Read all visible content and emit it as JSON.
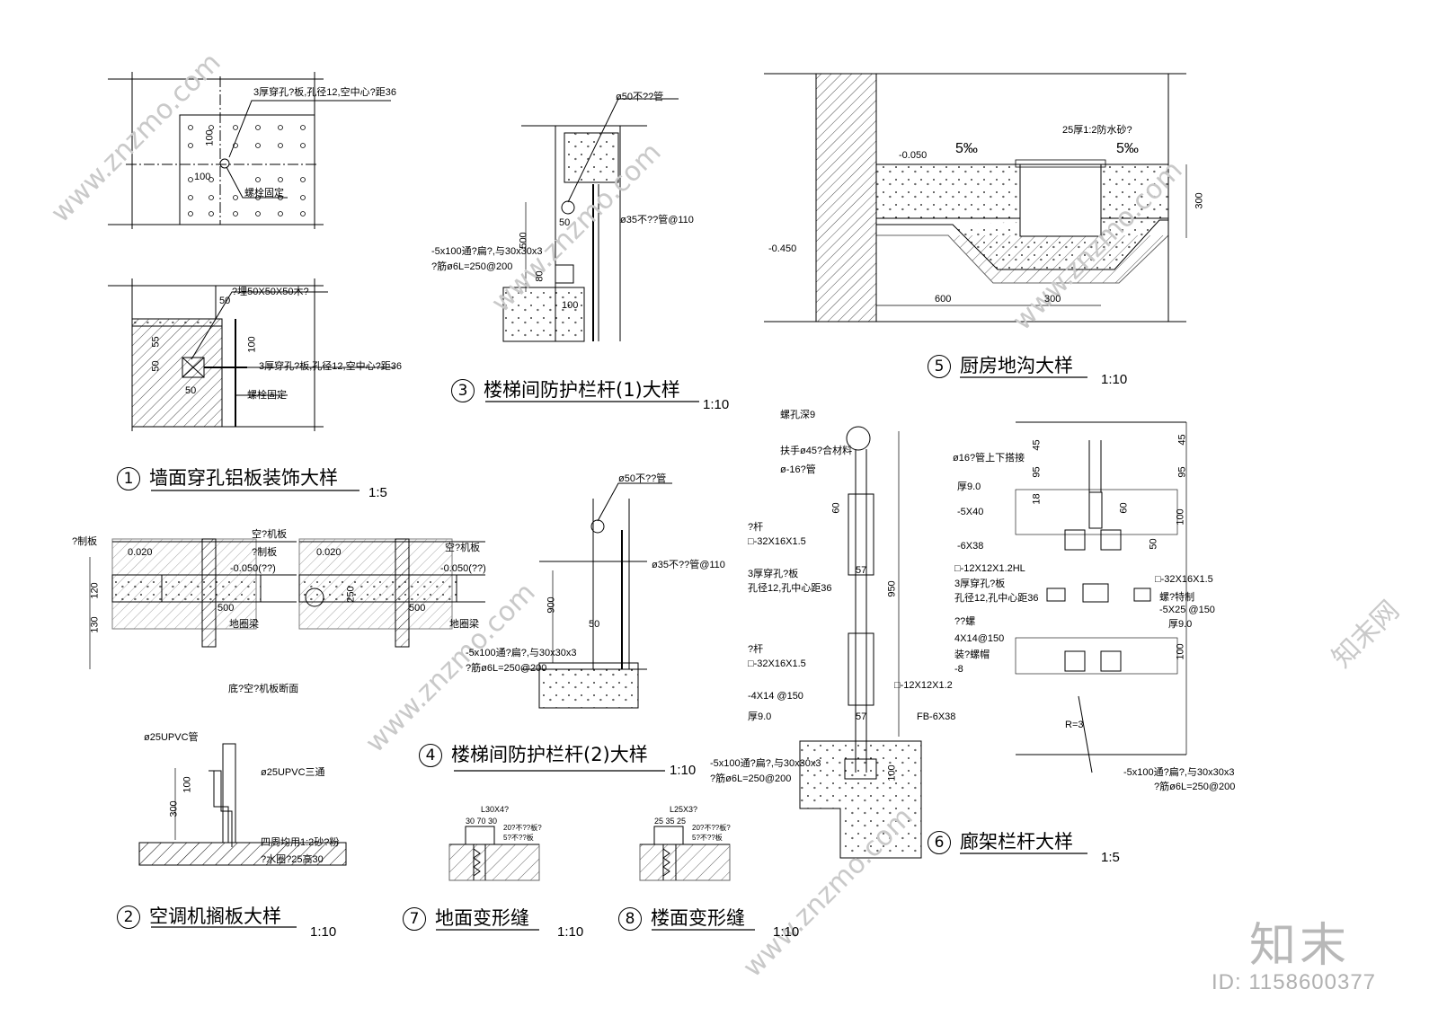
{
  "details": [
    {
      "num": "1",
      "title": "墙面穿孔铝板装饰大样",
      "scale": "1:5"
    },
    {
      "num": "2",
      "title": "空调机搁板大样",
      "scale": "1:10"
    },
    {
      "num": "3",
      "title": "楼梯间防护栏杆(1)大样",
      "scale": "1:10"
    },
    {
      "num": "4",
      "title": "楼梯间防护栏杆(2)大样",
      "scale": "1:10"
    },
    {
      "num": "5",
      "title": "厨房地沟大样",
      "scale": "1:10"
    },
    {
      "num": "6",
      "title": "廊架栏杆大样",
      "scale": "1:5"
    },
    {
      "num": "7",
      "title": "地面变形缝",
      "scale": "1:10"
    },
    {
      "num": "8",
      "title": "楼面变形缝",
      "scale": "1:10"
    }
  ],
  "annotations": {
    "d1_top": "3厚穿孔?板,孔径12,空中心?距36",
    "d1_bolt": "螺栓固定",
    "d1_wood": "?埋50X50X50木?",
    "d1_top2": "3厚穿孔?板,孔径12,空中心?距36",
    "d1_bolt2": "螺栓固定",
    "d1_dim100": "100",
    "d1_dim50": "50",
    "d1_dim55": "55",
    "ac_panel": "?制板",
    "ac_board": "空?机板",
    "ac_lvl1": "0.020",
    "ac_lvl2": "-0.050(??)",
    "ac_beam": "地圈梁",
    "ac_caption": "底?空?机板断面",
    "ac_500": "500",
    "ac_120": "120",
    "ac_130": "130",
    "ac_250": "250",
    "d2_pipe": "ø25UPVC管",
    "d2_tee": "ø25UPVC三通",
    "d2_mortar": "四周均用1:2砂?粉",
    "d2_water": "?水圈?25高30",
    "d2_300": "300",
    "d2_100": "100",
    "d3_pipe50": "ø50不??管",
    "d3_pipe35": "ø35不??管@110",
    "d3_plate": "-5x100通?扁?,与30x30x3",
    "d3_anchor": "?筋ø6L=250@200",
    "d3_500": "500",
    "d3_80": "80",
    "d3_100": "100",
    "d3_50": "50",
    "d4_pipe50": "ø50不??管",
    "d4_pipe35": "ø35不??管@110",
    "d4_plate": "-5x100通?扁?,与30x30x3",
    "d4_anchor": "?筋ø6L=250@200",
    "d4_900": "900",
    "d4_50": "50",
    "d5_mortar": "25厚1:2防水砂?",
    "d5_slope1": "5‰",
    "d5_slope2": "5‰",
    "d5_lvl1": "-0.050",
    "d5_lvl2": "-0.450",
    "d5_300": "300",
    "d5_600": "600",
    "d5_300b": "300",
    "d6_screw": "螺孔深9",
    "d6_handrail": "扶手ø45?合材料",
    "d6_tube": "ø-16?管",
    "d6_bar1": "?杆",
    "d6_bar1s": "□-32X16X1.5",
    "d6_perf": "3厚穿孔?板",
    "d6_perf2": "孔径12,孔中心距36",
    "d6_950": "950",
    "d6_60": "60",
    "d6_57": "57",
    "d6_bar2": "?杆",
    "d6_bar2s": "□-32X16X1.5",
    "d6_flat": "-4X14 @150",
    "d6_thk": "厚9.0",
    "d6_sq": "□-12X12X1.2",
    "d6_fb": "FB-6X38",
    "d6_plate": "-5x100通?扁?,与30x30x3",
    "d6_anchor": "?筋ø6L=250@200",
    "d6_100": "100",
    "d6r_tube": "ø16?管上下搭接",
    "d6r_thk": "厚9.0",
    "d6r_540": "-5X40",
    "d6r_638": "-6X38",
    "d6r_sq": "□-12X12X1.2HL",
    "d6r_perf": "3厚穿孔?板",
    "d6r_perf2": "孔径12,孔中心距36",
    "d6r_screw": "??螺",
    "d6r_4x14": "4X14@150",
    "d6r_nut": "装?螺帽",
    "d6r_m8": "-8",
    "d6r_bar": "□-32X16X1.5",
    "d6r_special": "螺?特制",
    "d6r_525": "-5X25 @150",
    "d6r_thk2": "厚9.0",
    "d6r_r3": "R=3",
    "d6r_plate": "-5x100通?扁?,与30x30x3",
    "d6r_anchor": "?筋ø6L=250@200",
    "d6r_45": "45",
    "d6r_95": "95",
    "d6r_100": "100",
    "d6r_18": "18",
    "d6r_60": "60",
    "d6r_50": "50",
    "d7_angle": "L30X4?",
    "d7_dims": "30 70 30",
    "d7_note1": "20?不??板?",
    "d7_note2": "5?不??板",
    "d8_angle": "L25X3?",
    "d8_dims": "25 35 25",
    "d8_note1": "20?不??板?",
    "d8_note2": "5?不??板"
  },
  "watermark": {
    "site": "www.znzmo.com",
    "brand_cn": "知末网",
    "logo": "知末",
    "id": "ID: 1158600377"
  }
}
